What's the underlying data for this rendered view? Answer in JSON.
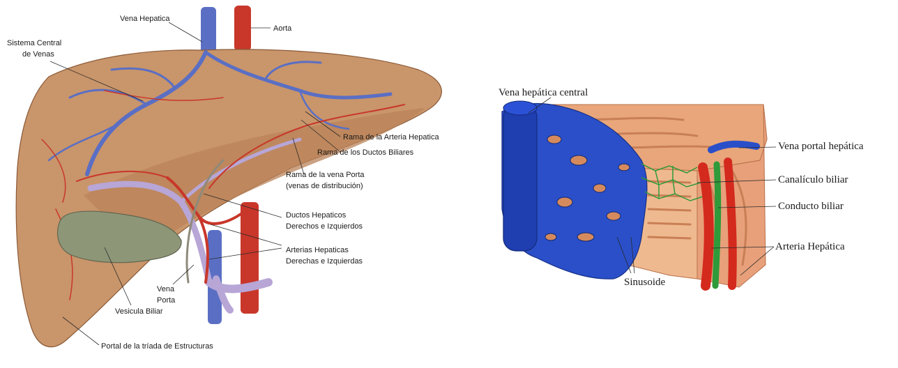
{
  "left_diagram": {
    "labels": {
      "vena_hepatica": "Vena Hepatica",
      "aorta": "Aorta",
      "sistema_central_1": "Sistema Central",
      "sistema_central_2": "de Venas",
      "rama_arteria": "Rama de la Arteria Hepatica",
      "rama_ductos": "Rama de los Ductos Biliares",
      "rama_vena_porta_1": "Rama de la vena Porta",
      "rama_vena_porta_2": "(venas de distribución)",
      "ductos_1": "Ductos Hepaticos",
      "ductos_2": "Derechos e Izquierdos",
      "arterias_1": "Arterias Hepaticas",
      "arterias_2": "Derechas e Izquierdas",
      "vena_porta_1": "Vena",
      "vena_porta_2": "Porta",
      "vesicula": "Vesicula Biliar",
      "portal_triada": "Portal de la tríada de Estructuras"
    },
    "colors": {
      "liver": "#c9956a",
      "liver_shadow": "#a8744d",
      "vein": "#5a6fc4",
      "artery": "#c8372a",
      "duct": "#b7a6d6",
      "gallbladder": "#8e9678"
    }
  },
  "right_diagram": {
    "labels": {
      "vena_central": "Vena hepática central",
      "vena_portal": "Vena portal hepática",
      "canaliculo": "Canalículo biliar",
      "conducto": "Conducto biliar",
      "arteria": "Arteria Hepática",
      "sinusoide": "Sinusoide"
    },
    "colors": {
      "vein_blue": "#2a4fc9",
      "tissue": "#e8a67a",
      "artery_red": "#d42a1e",
      "bile_green": "#2f9a3a"
    }
  }
}
